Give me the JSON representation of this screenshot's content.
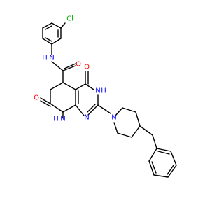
{
  "colors": {
    "bond": "#000000",
    "carbon": "#000000",
    "nitrogen": "#0000ff",
    "oxygen": "#ff0000",
    "chlorine": "#00aa00",
    "background": "#ffffff"
  },
  "labels": {
    "cl": "Cl",
    "nh_amide": "N",
    "h_amide": "H",
    "o_amide": "O",
    "o_ring": "O",
    "n3": "N",
    "h_n3": "H",
    "n_pip": "N",
    "n1": "N",
    "o_lactam": "O",
    "nh_lactam": "N",
    "h_lactam": "H"
  }
}
